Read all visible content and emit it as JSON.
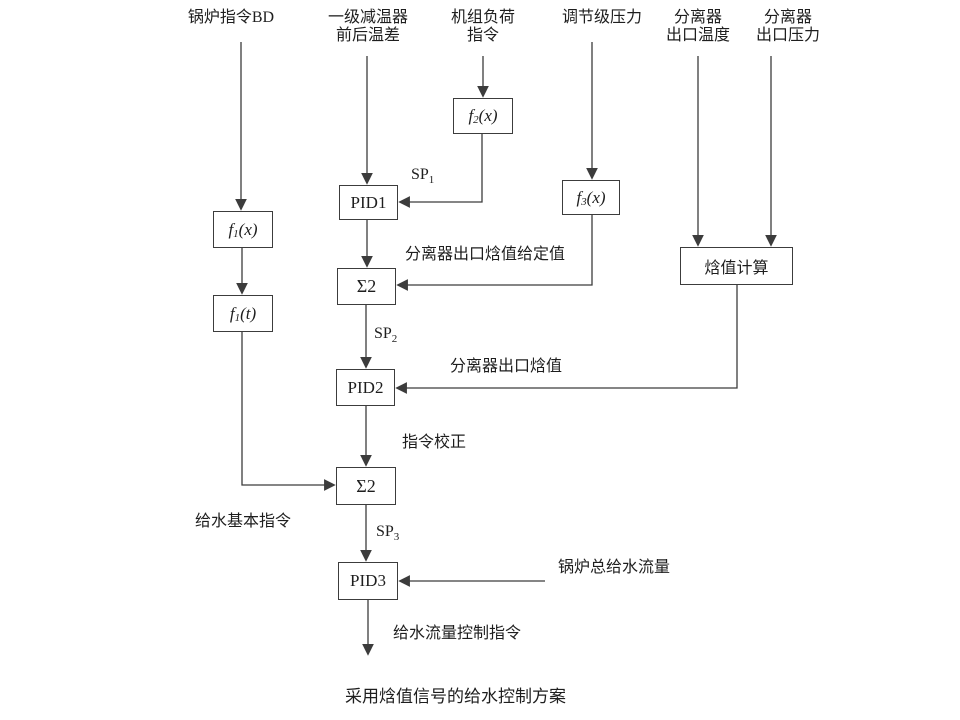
{
  "colors": {
    "line": "#3c3c3c",
    "text": "#1e1e1e",
    "background": "#ffffff"
  },
  "sources": [
    {
      "id": "boiler-command-bd",
      "lines": [
        "锅炉指令BD"
      ]
    },
    {
      "id": "desuperheater-temp-diff",
      "lines": [
        "一级减温器",
        "前后温差"
      ]
    },
    {
      "id": "unit-load-command",
      "lines": [
        "机组负荷",
        "指令"
      ]
    },
    {
      "id": "governing-stage-pressure",
      "lines": [
        "调节级压力"
      ]
    },
    {
      "id": "separator-outlet-temp",
      "lines": [
        "分离器",
        "出口温度"
      ]
    },
    {
      "id": "separator-outlet-pressure",
      "lines": [
        "分离器",
        "出口压力"
      ]
    }
  ],
  "nodes": [
    {
      "id": "f1x",
      "pre": "f",
      "sub": "1",
      "post": "(x)"
    },
    {
      "id": "f1t",
      "pre": "f",
      "sub": "1",
      "post": "(t)"
    },
    {
      "id": "f2x",
      "pre": "f",
      "sub": "2",
      "post": "(x)"
    },
    {
      "id": "pid1",
      "pre": "PID1"
    },
    {
      "id": "f3x",
      "pre": "f",
      "sub": "3",
      "post": "(x)"
    },
    {
      "id": "sum1",
      "pre": "Σ2"
    },
    {
      "id": "enthalpy-calc",
      "pre": "焓值计算"
    },
    {
      "id": "pid2",
      "pre": "PID2"
    },
    {
      "id": "sum2",
      "pre": "Σ2"
    },
    {
      "id": "pid3",
      "pre": "PID3"
    }
  ],
  "edge_labels": {
    "sp1": {
      "pre": "SP",
      "sub": "1"
    },
    "sp2": {
      "pre": "SP",
      "sub": "2"
    },
    "sp3": {
      "pre": "SP",
      "sub": "3"
    },
    "separator_outlet_enthalpy_setpoint": "分离器出口焓值给定值",
    "separator_outlet_enthalpy": "分离器出口焓值",
    "command_correction": "指令校正",
    "feedwater_base_command": "给水基本指令",
    "boiler_total_feedwater_flow": "锅炉总给水流量",
    "feedwater_flow_control_command": "给水流量控制指令"
  },
  "caption": "采用焓值信号的给水控制方案"
}
